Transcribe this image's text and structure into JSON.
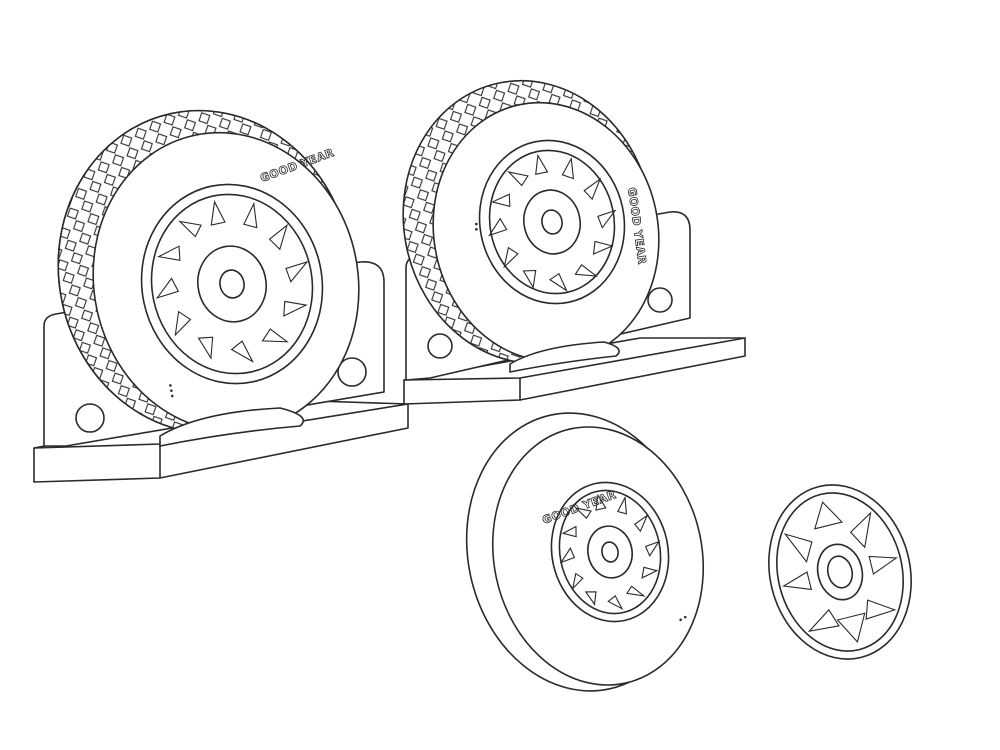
{
  "scene": {
    "tire_brand": "GOOD YEAR",
    "colors": {
      "line": "#2a2a2a",
      "background": "#ffffff"
    },
    "items": [
      {
        "id": "wheel-treaded-on-stand-left",
        "tread": "diamond"
      },
      {
        "id": "wheel-treaded-on-stand-right",
        "tread": "diamond"
      },
      {
        "id": "wheel-smooth",
        "tread": "smooth"
      },
      {
        "id": "hub-cover",
        "tread": "none"
      }
    ]
  }
}
